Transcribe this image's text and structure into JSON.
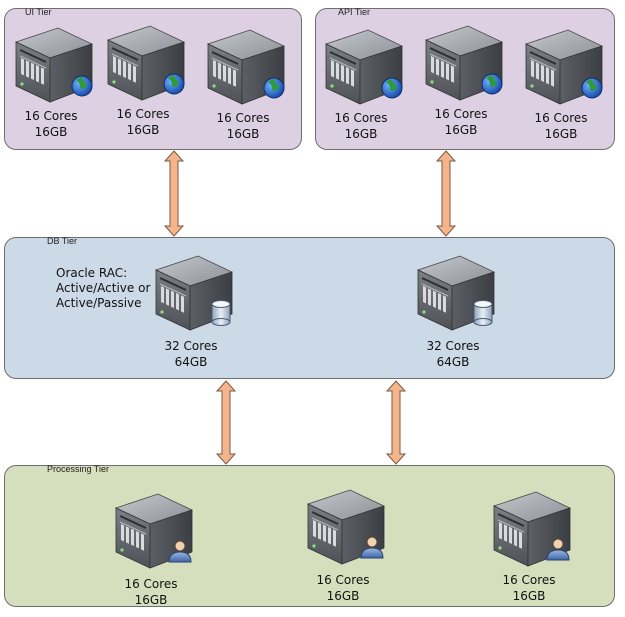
{
  "colors": {
    "ui_tier_fill": "#ddd0e3",
    "api_tier_fill": "#ddd0e3",
    "db_tier_fill": "#ccd9e6",
    "processing_tier_fill": "#d6dfbd",
    "arrow_fill": "#f4b48c",
    "arrow_stroke": "#7a5a45"
  },
  "ui_tier": {
    "label": "UI Tier",
    "servers": [
      {
        "cores": "16 Cores",
        "memory": "16GB",
        "icon": "globe-icon"
      },
      {
        "cores": "16 Cores",
        "memory": "16GB",
        "icon": "globe-icon"
      },
      {
        "cores": "16 Cores",
        "memory": "16GB",
        "icon": "globe-icon"
      }
    ]
  },
  "api_tier": {
    "label": "API Tier",
    "servers": [
      {
        "cores": "16 Cores",
        "memory": "16GB",
        "icon": "globe-icon"
      },
      {
        "cores": "16 Cores",
        "memory": "16GB",
        "icon": "globe-icon"
      },
      {
        "cores": "16 Cores",
        "memory": "16GB",
        "icon": "globe-icon"
      }
    ]
  },
  "db_tier": {
    "label": "DB Tier",
    "note": [
      "Oracle RAC:",
      "Active/Active or",
      "Active/Passive"
    ],
    "servers": [
      {
        "cores": "32 Cores",
        "memory": "64GB",
        "icon": "database-icon"
      },
      {
        "cores": "32 Cores",
        "memory": "64GB",
        "icon": "database-icon"
      }
    ]
  },
  "processing_tier": {
    "label": "Processing Tier",
    "servers": [
      {
        "cores": "16 Cores",
        "memory": "16GB",
        "icon": "user-icon"
      },
      {
        "cores": "16 Cores",
        "memory": "16GB",
        "icon": "user-icon"
      },
      {
        "cores": "16 Cores",
        "memory": "16GB",
        "icon": "user-icon"
      }
    ]
  }
}
